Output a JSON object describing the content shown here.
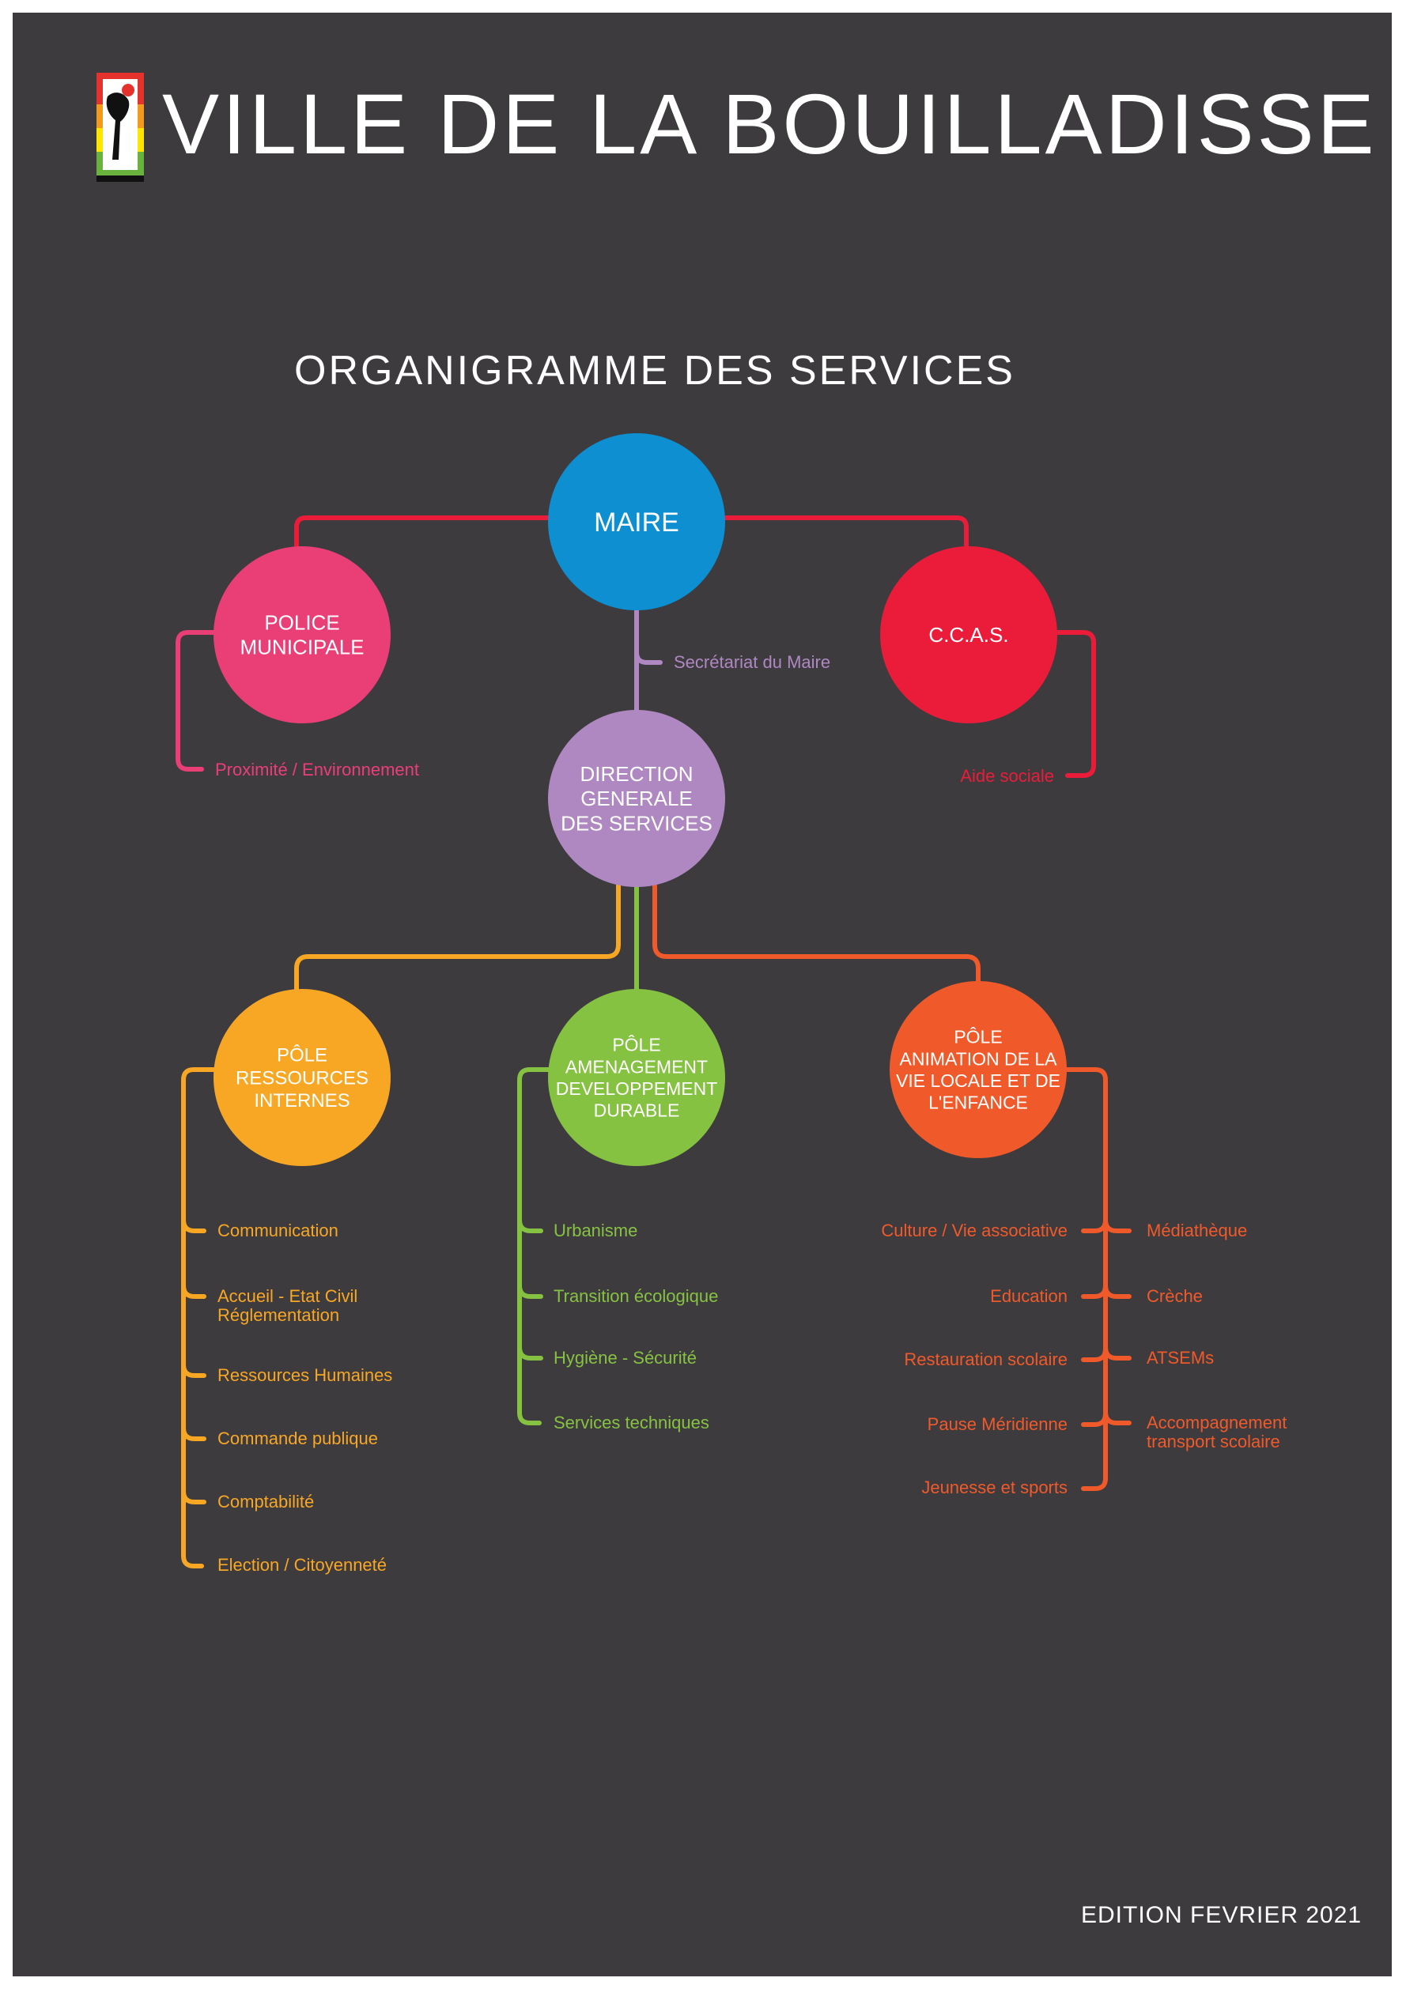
{
  "header": {
    "city_name": "VILLE DE LA BOUILLADISSE",
    "subtitle": "ORGANIGRAMME DES SERVICES"
  },
  "footer": {
    "edition": "EDITION FEVRIER 2021"
  },
  "colors": {
    "background": "#3e3b3f",
    "maire": "#0d8fd1",
    "police": "#ea3e77",
    "ccas": "#ea1c3a",
    "dgs": "#af88c2",
    "ressources": "#f7a724",
    "amenagement": "#86c242",
    "animation": "#f05a2a"
  },
  "nodes": {
    "maire": {
      "lines": [
        "MAIRE"
      ]
    },
    "police": {
      "lines": [
        "POLICE",
        "MUNICIPALE"
      ]
    },
    "ccas": {
      "lines": [
        "C.C.A.S."
      ]
    },
    "dgs": {
      "lines": [
        "DIRECTION",
        "GENERALE",
        "DES SERVICES"
      ]
    },
    "ressources": {
      "lines": [
        "PÔLE",
        "RESSOURCES",
        "INTERNES"
      ]
    },
    "amenagement": {
      "lines": [
        "PÔLE",
        "AMENAGEMENT",
        "DEVELOPPEMENT",
        "DURABLE"
      ]
    },
    "animation": {
      "lines": [
        "PÔLE",
        "ANIMATION DE LA",
        "VIE LOCALE ET DE",
        "L'ENFANCE"
      ]
    }
  },
  "branches": {
    "secretariat": "Secrétariat du Maire",
    "police_items": [
      "Proximité / Environnement"
    ],
    "ccas_items": [
      "Aide sociale"
    ],
    "ressources_items": [
      [
        "Communication"
      ],
      [
        "Accueil - Etat Civil",
        "Réglementation"
      ],
      [
        "Ressources Humaines"
      ],
      [
        "Commande publique"
      ],
      [
        "Comptabilité"
      ],
      [
        "Election / Citoyenneté"
      ]
    ],
    "amenagement_items": [
      [
        "Urbanisme"
      ],
      [
        "Transition écologique"
      ],
      [
        "Hygiène - Sécurité"
      ],
      [
        "Services techniques"
      ]
    ],
    "animation_left_items": [
      [
        "Culture / Vie associative"
      ],
      [
        "Education"
      ],
      [
        "Restauration scolaire"
      ],
      [
        "Pause Méridienne"
      ],
      [
        "Jeunesse et sports"
      ]
    ],
    "animation_right_items": [
      [
        "Médiathèque"
      ],
      [
        "Crèche"
      ],
      [
        "ATSEMs"
      ],
      [
        "Accompagnement",
        "transport scolaire"
      ]
    ]
  }
}
